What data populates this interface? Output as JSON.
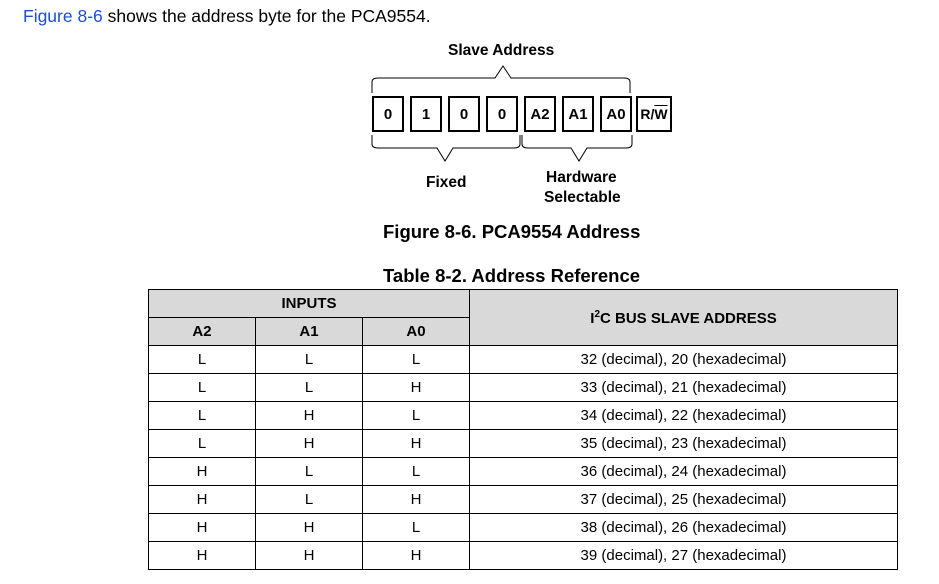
{
  "intro": {
    "link_text": "Figure 8-6",
    "rest_text": " shows the address byte for the PCA9554."
  },
  "figure": {
    "slave_address_label": "Slave Address",
    "bits": [
      "0",
      "1",
      "0",
      "0",
      "A2",
      "A1",
      "A0",
      "R/W"
    ],
    "fixed_label": "Fixed",
    "hw_label_line1": "Hardware",
    "hw_label_line2": "Selectable",
    "caption": "Figure 8-6. PCA9554 Address"
  },
  "table": {
    "caption": "Table 8-2. Address Reference",
    "inputs_header": "INPUTS",
    "bus_header_sup_i": "I",
    "bus_header_sup": "2",
    "bus_header_rest": "C BUS SLAVE ADDRESS",
    "col_headers": [
      "A2",
      "A1",
      "A0"
    ],
    "rows": [
      {
        "a2": "L",
        "a1": "L",
        "a0": "L",
        "addr": "32 (decimal), 20 (hexadecimal)"
      },
      {
        "a2": "L",
        "a1": "L",
        "a0": "H",
        "addr": "33 (decimal), 21 (hexadecimal)"
      },
      {
        "a2": "L",
        "a1": "H",
        "a0": "L",
        "addr": "34 (decimal), 22 (hexadecimal)"
      },
      {
        "a2": "L",
        "a1": "H",
        "a0": "H",
        "addr": "35 (decimal), 23 (hexadecimal)"
      },
      {
        "a2": "H",
        "a1": "L",
        "a0": "L",
        "addr": "36 (decimal), 24 (hexadecimal)"
      },
      {
        "a2": "H",
        "a1": "L",
        "a0": "H",
        "addr": "37 (decimal), 25 (hexadecimal)"
      },
      {
        "a2": "H",
        "a1": "H",
        "a0": "L",
        "addr": "38 (decimal), 26 (hexadecimal)"
      },
      {
        "a2": "H",
        "a1": "H",
        "a0": "H",
        "addr": "39 (decimal), 27 (hexadecimal)"
      }
    ]
  },
  "colors": {
    "link": "#1a4fd6",
    "header_bg": "#d9d9d9"
  }
}
